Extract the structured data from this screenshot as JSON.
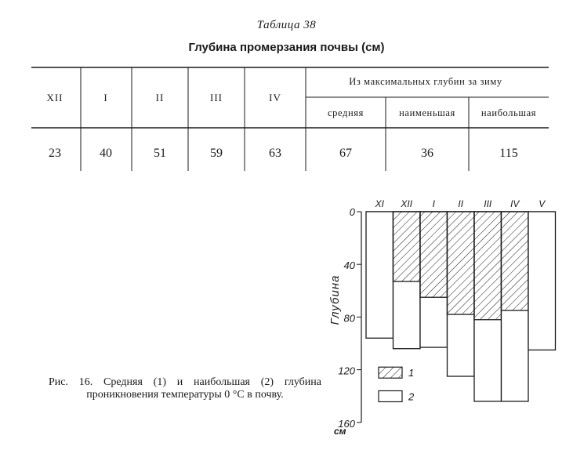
{
  "table": {
    "number": "Таблица 38",
    "title": "Глубина промерзания почвы (см)",
    "group_header": "Из максимальных глубин за зиму",
    "month_headers": [
      "XII",
      "I",
      "II",
      "III",
      "IV"
    ],
    "sub_headers": [
      "средняя",
      "наименьшая",
      "наибольшая"
    ],
    "values": [
      "23",
      "40",
      "51",
      "59",
      "63",
      "67",
      "36",
      "115"
    ]
  },
  "figure": {
    "caption": "Рис. 16. Средняя (1) и наибольшая (2) глубина проникновения температуры 0 °С в почву.",
    "chart_data": {
      "type": "bar",
      "categories": [
        "XI",
        "XII",
        "I",
        "II",
        "III",
        "IV",
        "V"
      ],
      "series": [
        {
          "name": "1",
          "values": [
            null,
            53,
            65,
            78,
            82,
            75,
            null
          ]
        },
        {
          "name": "2",
          "values": [
            96,
            104,
            103,
            125,
            144,
            144,
            105
          ]
        }
      ],
      "ylabel": "Глубина",
      "y_unit": "см",
      "y_ticks": [
        "0",
        "40",
        "80",
        "120",
        "160"
      ],
      "ylim": [
        0,
        160
      ],
      "legend": [
        "1",
        "2"
      ],
      "legend_position": "bottom-left"
    }
  }
}
